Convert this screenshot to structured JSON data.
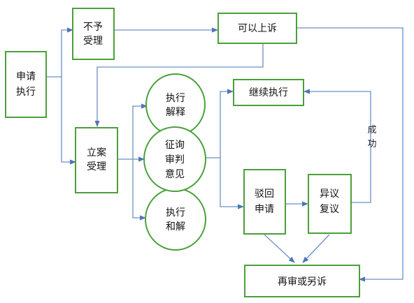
{
  "diagram": {
    "nodes": {
      "apply": {
        "lines": [
          "申请",
          "执行"
        ]
      },
      "reject": {
        "lines": [
          "不予",
          "受理"
        ]
      },
      "sue": {
        "lines": [
          "可以上诉"
        ]
      },
      "accept": {
        "lines": [
          "立案",
          "受理"
        ]
      },
      "explain": {
        "lines": [
          "执行",
          "解释"
        ]
      },
      "opinion": {
        "lines": [
          "征询",
          "审判",
          "意见"
        ]
      },
      "settle": {
        "lines": [
          "执行",
          "和解"
        ]
      },
      "continue": {
        "lines": [
          "继续执行"
        ]
      },
      "dismiss": {
        "lines": [
          "驳回",
          "申请"
        ]
      },
      "objection": {
        "lines": [
          "异议",
          "复议"
        ]
      },
      "retrial": {
        "lines": [
          "再审或另诉"
        ]
      }
    },
    "success_label": [
      "成",
      "功"
    ]
  },
  "colors": {
    "node_border": "#4aa03a",
    "connector": "#6b8fc7",
    "text": "#111111"
  }
}
